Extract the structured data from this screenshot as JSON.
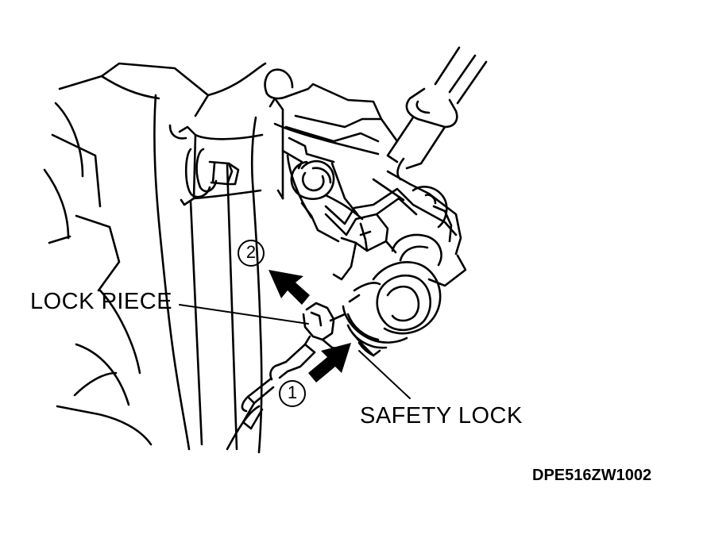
{
  "labels": {
    "lock_piece": "LOCK PIECE",
    "safety_lock": "SAFETY LOCK",
    "figure_code": "DPE516ZW1002"
  },
  "steps": {
    "step_1": "1",
    "step_2": "2"
  },
  "colors": {
    "line": "#000000",
    "background": "#ffffff"
  }
}
